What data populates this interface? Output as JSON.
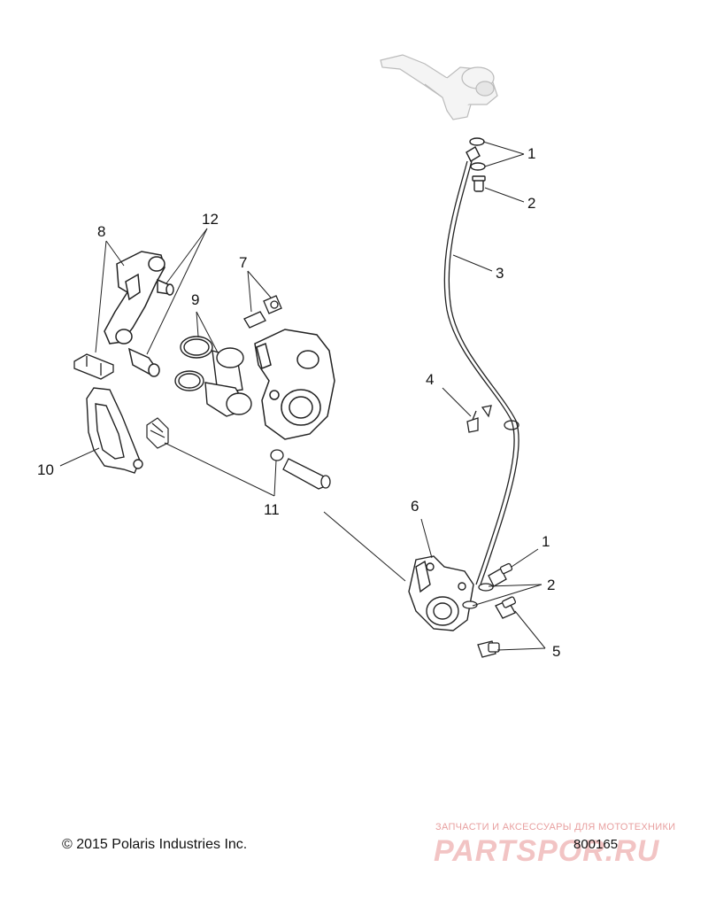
{
  "callouts": {
    "c1_top": "1",
    "c2_top": "2",
    "c3": "3",
    "c4": "4",
    "c6": "6",
    "c1_bottom": "1",
    "c2_bottom": "2",
    "c5": "5",
    "c8": "8",
    "c12": "12",
    "c7": "7",
    "c9": "9",
    "c10": "10",
    "c11": "11"
  },
  "footer": {
    "copyright": "© 2015 Polaris Industries Inc.",
    "part_number": "800165"
  },
  "watermark": {
    "tagline": "ЗАПЧАСТИ И АКСЕССУАРЫ ДЛЯ МОТОТЕХНИКИ",
    "logo": "PARTSPOR.RU"
  }
}
